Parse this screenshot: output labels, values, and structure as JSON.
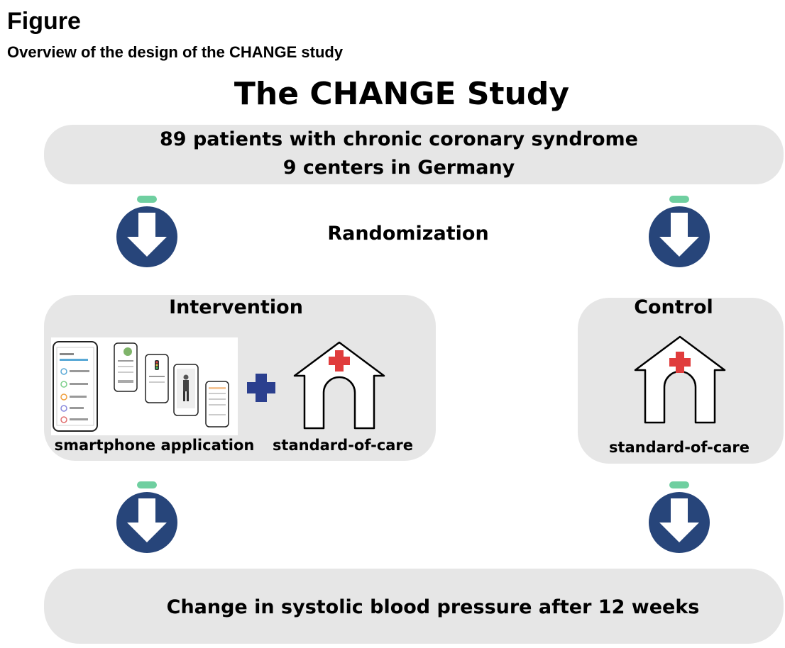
{
  "figure": {
    "label": "Figure",
    "caption": "Overview of the design of the CHANGE study"
  },
  "diagram": {
    "title": "The CHANGE Study",
    "population": {
      "line1": "89 patients with chronic coronary syndrome",
      "line2": "9 centers in Germany"
    },
    "randomization_label": "Randomization",
    "intervention": {
      "title": "Intervention",
      "app_label": "smartphone application",
      "care_label": "standard-of-care"
    },
    "control": {
      "title": "Control",
      "care_label": "standard-of-care"
    },
    "outcome": "Change in systolic blood pressure after 12 weeks",
    "colors": {
      "arrow_navy": "#27457a",
      "arrow_cap_green": "#6fcfa0",
      "plus_blue": "#2b3f8e",
      "cross_red": "#e03c3c",
      "box_gray": "#e6e6e6"
    },
    "icons": [
      "down-arrow-icon",
      "house-icon",
      "medical-cross-icon",
      "plus-icon",
      "smartphone-icon"
    ]
  }
}
